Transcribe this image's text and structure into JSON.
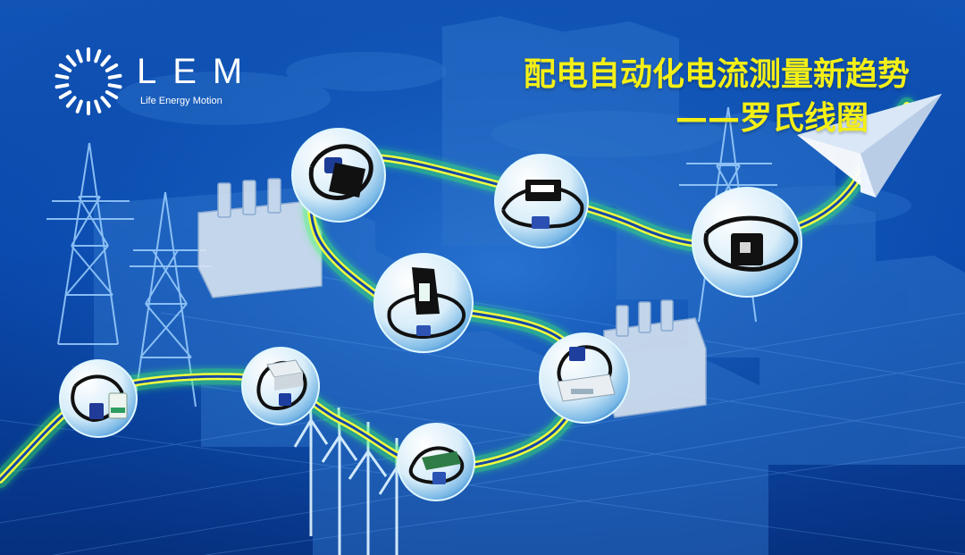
{
  "brand": {
    "name": "LEM",
    "tagline": "Life Energy Motion"
  },
  "headline": {
    "line_1": "配电自动化电流测量新趋势",
    "line_2": "——罗氏线圈"
  },
  "colors": {
    "background": "#0a3c93",
    "path_glow": "#f1ff3d",
    "headline_text": "#f3ef17",
    "logo_text": "#ffffff"
  },
  "icons": [
    "lem-sunburst-logo-icon",
    "paper-plane-icon",
    "transmission-tower-icon",
    "wind-turbine-icon",
    "power-transformer-icon"
  ],
  "product_bubbles": [
    "sensor-bubble-left",
    "sensor-bubble-top-left",
    "sensor-bubble-center-top",
    "sensor-bubble-center",
    "sensor-bubble-right",
    "sensor-bubble-mid-left",
    "sensor-bubble-center-bottom",
    "sensor-bubble-lower-right"
  ]
}
